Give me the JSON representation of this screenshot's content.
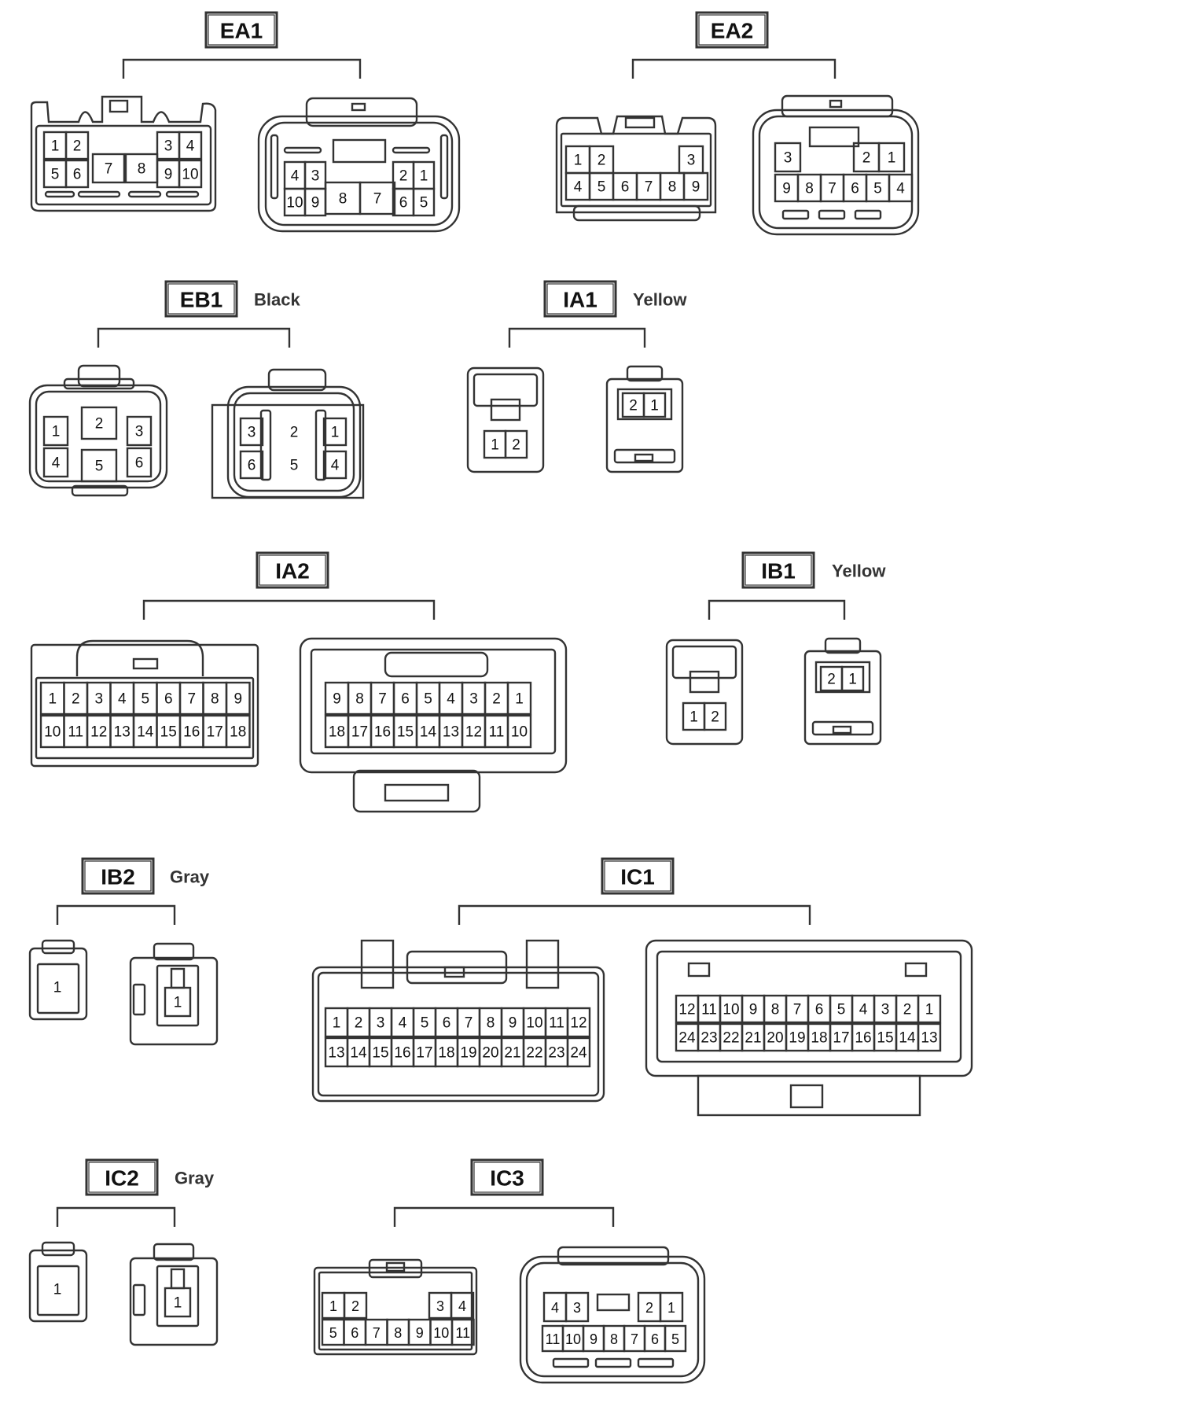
{
  "connectors": {
    "ea1": {
      "id": "EA1",
      "color": "",
      "female": [
        [
          "1",
          "2",
          "3",
          "4"
        ],
        [
          "5",
          "6",
          "7",
          "8",
          "9",
          "10"
        ]
      ],
      "male": [
        [
          "4",
          "3",
          "2",
          "1"
        ],
        [
          "10",
          "9",
          "8",
          "7",
          "6",
          "5"
        ]
      ]
    },
    "ea2": {
      "id": "EA2",
      "color": "",
      "female": [
        [
          "1",
          "2",
          "3"
        ],
        [
          "4",
          "5",
          "6",
          "7",
          "8",
          "9"
        ]
      ],
      "male": [
        [
          "3",
          "2",
          "1"
        ],
        [
          "9",
          "8",
          "7",
          "6",
          "5",
          "4"
        ]
      ]
    },
    "eb1": {
      "id": "EB1",
      "color": "Black",
      "female": [
        [
          "1",
          "2",
          "3"
        ],
        [
          "4",
          "5",
          "6"
        ]
      ],
      "male": [
        [
          "3",
          "2",
          "1"
        ],
        [
          "6",
          "5",
          "4"
        ]
      ]
    },
    "ia1": {
      "id": "IA1",
      "color": "Yellow",
      "female": [
        [
          "1",
          "2"
        ]
      ],
      "male": [
        [
          "2",
          "1"
        ]
      ]
    },
    "ia2": {
      "id": "IA2",
      "color": "",
      "female": [
        [
          "1",
          "2",
          "3",
          "4",
          "5",
          "6",
          "7",
          "8",
          "9"
        ],
        [
          "10",
          "11",
          "12",
          "13",
          "14",
          "15",
          "16",
          "17",
          "18"
        ]
      ],
      "male": [
        [
          "9",
          "8",
          "7",
          "6",
          "5",
          "4",
          "3",
          "2",
          "1"
        ],
        [
          "18",
          "17",
          "16",
          "15",
          "14",
          "13",
          "12",
          "11",
          "10"
        ]
      ]
    },
    "ib1": {
      "id": "IB1",
      "color": "Yellow",
      "female": [
        [
          "1",
          "2"
        ]
      ],
      "male": [
        [
          "2",
          "1"
        ]
      ]
    },
    "ib2": {
      "id": "IB2",
      "color": "Gray",
      "female": [
        [
          "1"
        ]
      ],
      "male": [
        [
          "1"
        ]
      ]
    },
    "ic1": {
      "id": "IC1",
      "color": "",
      "female": [
        [
          "1",
          "2",
          "3",
          "4",
          "5",
          "6",
          "7",
          "8",
          "9",
          "10",
          "11",
          "12"
        ],
        [
          "13",
          "14",
          "15",
          "16",
          "17",
          "18",
          "19",
          "20",
          "21",
          "22",
          "23",
          "24"
        ]
      ],
      "male": [
        [
          "12",
          "11",
          "10",
          "9",
          "8",
          "7",
          "6",
          "5",
          "4",
          "3",
          "2",
          "1"
        ],
        [
          "24",
          "23",
          "22",
          "21",
          "20",
          "19",
          "18",
          "17",
          "16",
          "15",
          "14",
          "13"
        ]
      ]
    },
    "ic2": {
      "id": "IC2",
      "color": "Gray",
      "female": [
        [
          "1"
        ]
      ],
      "male": [
        [
          "1"
        ]
      ]
    },
    "ic3": {
      "id": "IC3",
      "color": "",
      "female": [
        [
          "1",
          "2",
          "3",
          "4"
        ],
        [
          "5",
          "6",
          "7",
          "8",
          "9",
          "10",
          "11"
        ]
      ],
      "male": [
        [
          "4",
          "3",
          "2",
          "1"
        ],
        [
          "11",
          "10",
          "9",
          "8",
          "7",
          "6",
          "5"
        ]
      ]
    }
  }
}
